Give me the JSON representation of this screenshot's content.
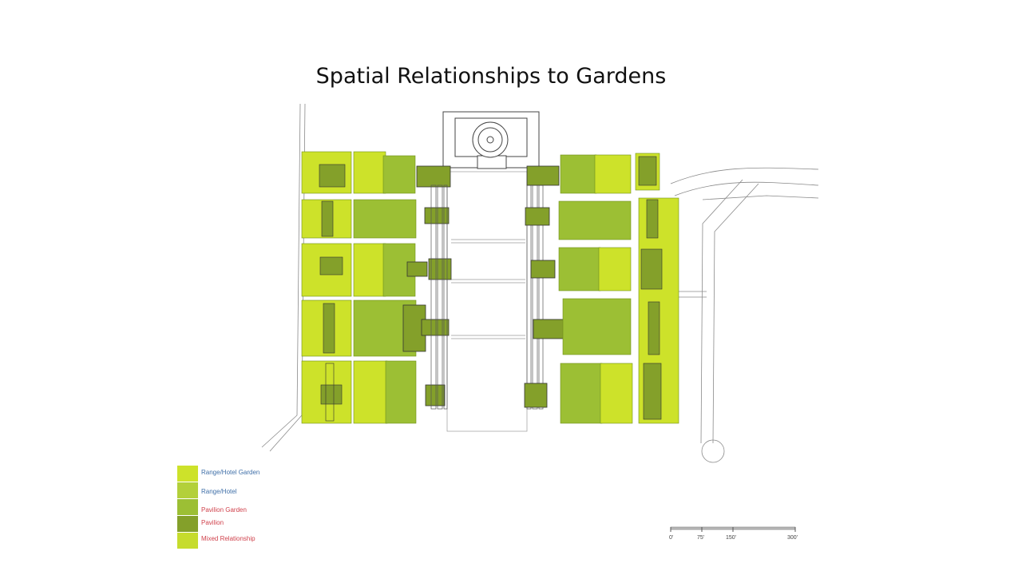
{
  "title": "Spatial Relationships to Gardens",
  "colors": {
    "range_hotel_garden": "#cde22a",
    "range_hotel": "#b3d03a",
    "pavilion_garden": "#9cbf34",
    "pavilion": "#84a02a",
    "mixed_relationship": "#c6dc2d",
    "label_blue": "#3f6fa8",
    "label_red": "#d0424c",
    "lines": "#7a7a7a"
  },
  "legend": [
    {
      "label": "Range/Hotel Garden",
      "swatch": "range_hotel_garden",
      "label_color": "label_blue"
    },
    {
      "label": "Range/Hotel",
      "swatch": "range_hotel",
      "label_color": "label_blue"
    },
    {
      "label": "Pavilion Garden",
      "swatch": "pavilion_garden",
      "label_color": "label_red"
    },
    {
      "label": "Pavilion",
      "swatch": "pavilion",
      "label_color": "label_red"
    },
    {
      "label": "Mixed Relationship",
      "swatch": "mixed_relationship",
      "label_color": "label_mixed"
    }
  ],
  "scale_bar": {
    "ticks": [
      "0'",
      "75'",
      "150'",
      "300'"
    ]
  },
  "street_label": "",
  "icons": [
    "rotunda-icon",
    "north-area"
  ]
}
